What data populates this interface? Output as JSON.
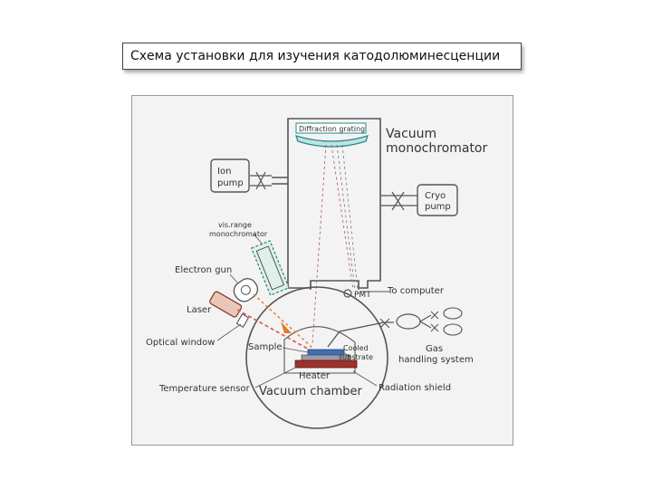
{
  "slide": {
    "title": "Схема установки для изучения катодолюминесценции"
  },
  "diagram": {
    "labels": {
      "diffraction_grating": "Diffraction grating",
      "vacuum_1": "Vacuum",
      "vacuum_2": "monochromator",
      "ion_1": "Ion",
      "ion_2": "pump",
      "cryo_1": "Cryo",
      "cryo_2": "pump",
      "visrange_1": "vis.range",
      "visrange_2": "monochromator",
      "electron_gun": "Electron gun",
      "laser": "Laser",
      "optical_window": "Optical window",
      "pmt": "PMT",
      "to_computer": "To computer",
      "gas_1": "Gas",
      "gas_2": "handling system",
      "sample": "Sample",
      "cooled_1": "Cooled",
      "cooled_2": "substrate",
      "heater": "Heater",
      "temperature_sensor": "Temperature sensor",
      "vacuum_chamber": "Vacuum chamber",
      "radiation_shield": "Radiation shield"
    },
    "colors": {
      "frame": "#f3f3f3",
      "line": "#555555",
      "grating": "#2a8a8a",
      "laser_beam": "#d9534f",
      "electron_beam": "#e07a2a",
      "sample": "#3b6fb6",
      "heater": "#a0302a"
    }
  }
}
